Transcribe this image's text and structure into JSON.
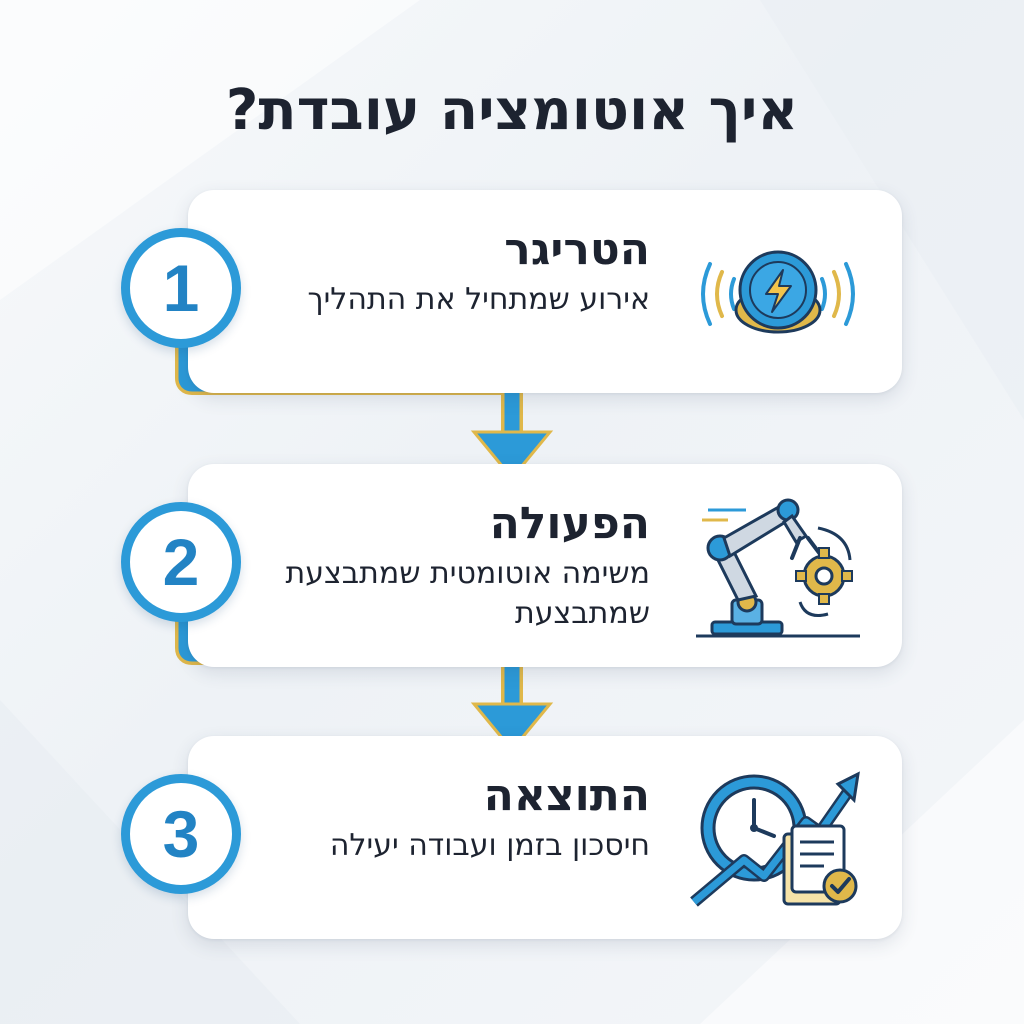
{
  "title": "איך אוטומציה עובדת?",
  "steps": [
    {
      "number": "1",
      "title": "הטריגר",
      "description": "אירוע שמתחיל את התהליך",
      "icon": "lightning-button-icon"
    },
    {
      "number": "2",
      "title": "הפעולה",
      "description": "משימה אוטומטית שמתבצעת שמתבצעת",
      "icon": "robot-arm-gear-icon"
    },
    {
      "number": "3",
      "title": "התוצאה",
      "description": "חיסכון בזמן ועבודה יעילה",
      "icon": "clock-growth-document-icon"
    }
  ],
  "colors": {
    "primary_blue": "#2c9ad8",
    "gold": "#e0b84a",
    "dark_text": "#1d2330"
  }
}
